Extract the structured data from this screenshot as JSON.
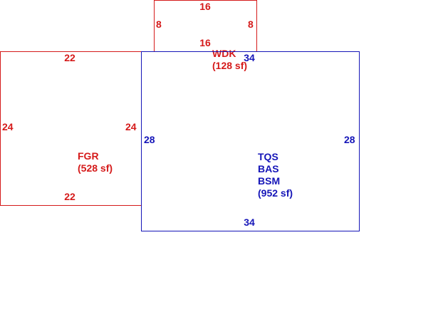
{
  "colors": {
    "red": "#d51a1a",
    "blue": "#1515b8",
    "background": "#ffffff"
  },
  "areas": {
    "wdk": {
      "code": "WDK",
      "area": "(128 sf)",
      "dims": {
        "top": "16",
        "bottom": "16",
        "left": "8",
        "right": "8"
      }
    },
    "fgr": {
      "code": "FGR",
      "area": "(528 sf)",
      "dims": {
        "top": "22",
        "bottom": "22",
        "left": "24",
        "right": "24"
      }
    },
    "main": {
      "codes": [
        "TQS",
        "BAS",
        "BSM"
      ],
      "area": "(952 sf)",
      "dims": {
        "top": "34",
        "bottom": "34",
        "left": "28",
        "right": "28"
      }
    }
  }
}
